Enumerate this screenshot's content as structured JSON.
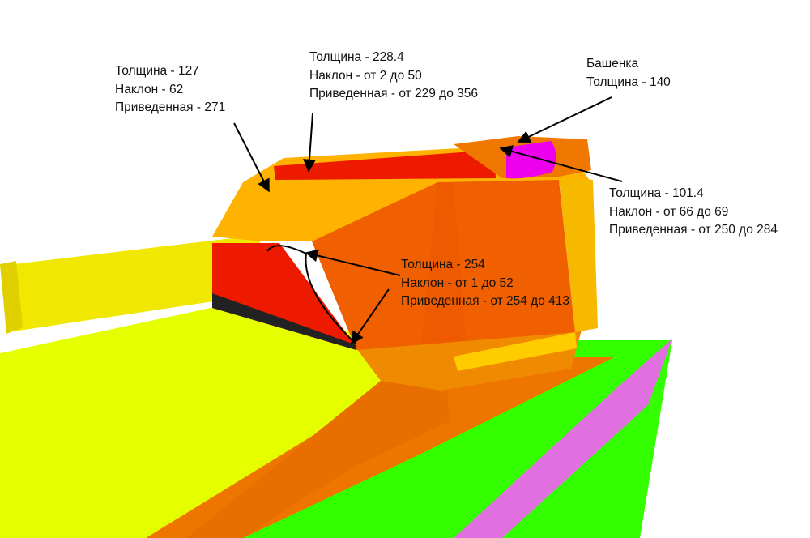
{
  "colors": {
    "hull_green": "#33ff00",
    "hull_yellow": "#e6ff00",
    "hull_orange": "#ee7600",
    "side_pink": "#e070e0",
    "gun_yellow": "#f0e800",
    "turret_amber": "#ffb300",
    "turret_orange": "#f06000",
    "mantlet_red": "#ee1a00",
    "cupola_magenta": "#ee00ee",
    "arrow": "#000000"
  },
  "annotations": {
    "mantlet_left": {
      "thickness": "Толщина - 127",
      "angle": "Наклон - 62",
      "effective": "Приведенная - 271"
    },
    "turret_roof": {
      "thickness": "Толщина - 228.4",
      "angle": "Наклон - от 2 до 50",
      "effective": "Приведенная - от 229 до 356"
    },
    "cupola": {
      "title": "Башенка",
      "thickness": "Толщина - 140"
    },
    "cupola_front": {
      "thickness": "Толщина - 101.4",
      "angle": "Наклон - от 66 до 69",
      "effective": "Приведенная - от 250 до 284"
    },
    "gun_mantlet": {
      "thickness": "Толщина - 254",
      "angle": "Наклон - от 1 до 52",
      "effective": "Приведенная - от 254 до 413"
    }
  }
}
